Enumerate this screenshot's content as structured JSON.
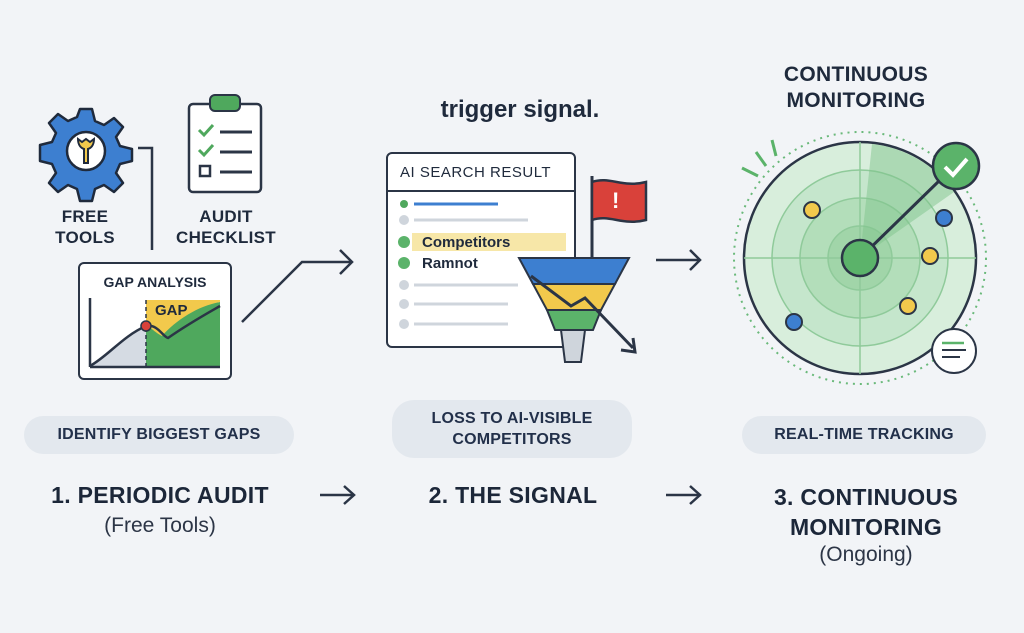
{
  "col1": {
    "free_tools_label_line1": "FREE",
    "free_tools_label_line2": "TOOLS",
    "audit_label_line1": "AUDIT",
    "audit_label_line2": "CHECKLIST",
    "gap_analysis_title": "GAP ANALYSIS",
    "gap_tag": "GAP",
    "pill": "IDENTIFY BIGGEST GAPS",
    "step_title": "1. PERIODIC AUDIT",
    "step_sub": "(Free Tools)"
  },
  "col2": {
    "heading": "trigger signal.",
    "card_title": "AI SEARCH RESULT",
    "item_competitors": "Competitors",
    "item_ramnot": "Ramnot",
    "flag_mark": "!",
    "pill_line1": "LOSS TO AI-VISIBLE",
    "pill_line2": "COMPETITORS",
    "step_title": "2. THE SIGNAL"
  },
  "col3": {
    "heading_line1": "CONTINUOUS",
    "heading_line2": "MONITORING",
    "pill": "REAL-TIME TRACKING",
    "step_title_line1": "3. CONTINUOUS",
    "step_title_line2": "MONITORING",
    "step_sub": "(Ongoing)"
  },
  "colors": {
    "blue": "#3d7fd0",
    "green": "#4fa85d",
    "yellow": "#f2c94c",
    "red": "#d9413a",
    "dark": "#2b3546",
    "pill_bg": "#e3e8ee"
  },
  "icons": [
    "gear-wrench-icon",
    "clipboard-checklist-icon",
    "arrow-right-icon",
    "flag-icon",
    "funnel-icon",
    "radar-icon",
    "check-circle-icon",
    "notes-icon"
  ]
}
